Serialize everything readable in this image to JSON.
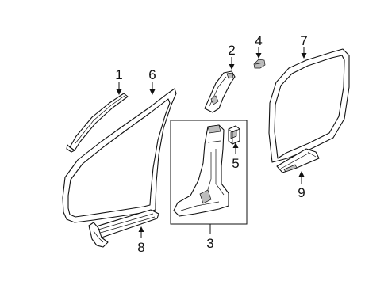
{
  "callouts": {
    "c1": "1",
    "c2": "2",
    "c3": "3",
    "c4": "4",
    "c5": "5",
    "c6": "6",
    "c7": "7",
    "c8": "8",
    "c9": "9"
  },
  "colors": {
    "line": "#111111",
    "shade": "#bdbdbd",
    "background": "#ffffff"
  }
}
